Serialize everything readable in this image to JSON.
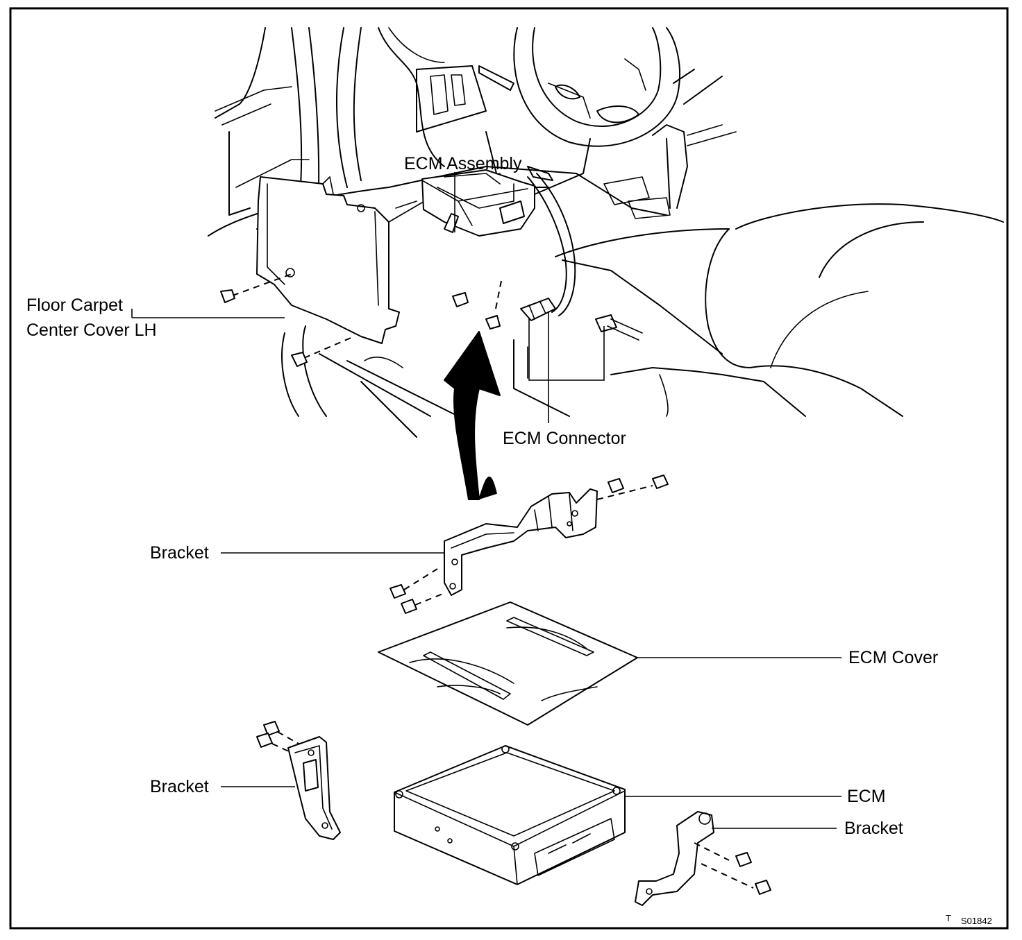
{
  "labels": {
    "ecm_assembly": "ECM Assembly",
    "floor_carpet_line1": "Floor Carpet",
    "floor_carpet_line2": "Center Cover LH",
    "ecm_connector": "ECM Connector",
    "bracket_top": "Bracket",
    "ecm_cover": "ECM Cover",
    "bracket_left": "Bracket",
    "ecm": "ECM",
    "bracket_right": "Bracket"
  },
  "footer": {
    "t_mark": "T",
    "figure_code": "S01842"
  }
}
